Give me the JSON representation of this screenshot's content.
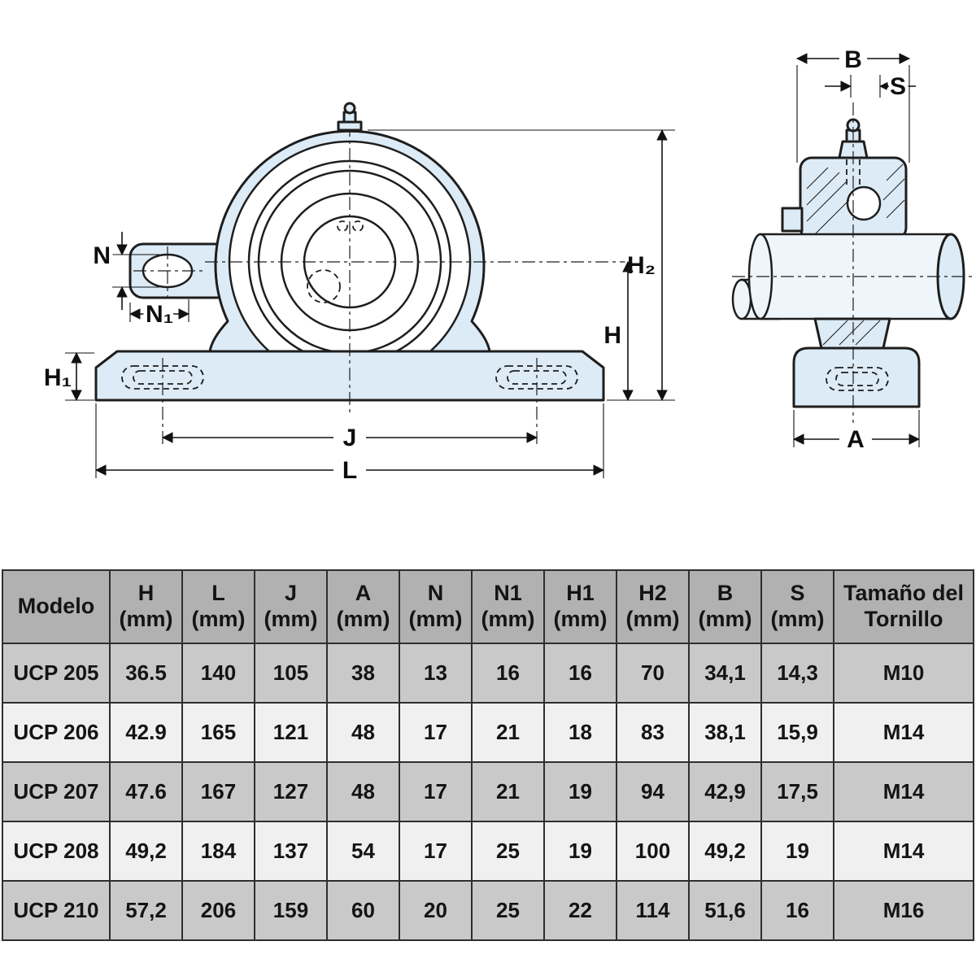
{
  "diagram": {
    "labels": {
      "b": "B",
      "s": "S",
      "h2": "H₂",
      "h": "H",
      "n": "N",
      "n1": "N₁",
      "h1": "H₁",
      "j": "J",
      "l": "L",
      "a": "A"
    }
  },
  "colors": {
    "housing_fill": "#dcebf6",
    "line": "#1e1e1e",
    "table_header_bg": "#b1b1b1",
    "row_gray_bg": "#c9c9c9",
    "row_light_bg": "#f0f0f0",
    "text": "#141414"
  },
  "table": {
    "headers": [
      {
        "key": "modelo",
        "label": "Modelo",
        "unit": ""
      },
      {
        "key": "h",
        "label": "H",
        "unit": "(mm)"
      },
      {
        "key": "l",
        "label": "L",
        "unit": "(mm)"
      },
      {
        "key": "j",
        "label": "J",
        "unit": "(mm)"
      },
      {
        "key": "a",
        "label": "A",
        "unit": "(mm)"
      },
      {
        "key": "n",
        "label": "N",
        "unit": "(mm)"
      },
      {
        "key": "n1",
        "label": "N1",
        "unit": "(mm)"
      },
      {
        "key": "h1",
        "label": "H1",
        "unit": "(mm)"
      },
      {
        "key": "h2",
        "label": "H2",
        "unit": "(mm)"
      },
      {
        "key": "b",
        "label": "B",
        "unit": "(mm)"
      },
      {
        "key": "s",
        "label": "S",
        "unit": "(mm)"
      },
      {
        "key": "tornillo",
        "label": "Tamaño del",
        "unit": "Tornillo"
      }
    ],
    "rows": [
      {
        "model": "UCP 205",
        "values": [
          "36.5",
          "140",
          "105",
          "38",
          "13",
          "16",
          "16",
          "70",
          "34,1",
          "14,3",
          "M10"
        ]
      },
      {
        "model": "UCP 206",
        "values": [
          "42.9",
          "165",
          "121",
          "48",
          "17",
          "21",
          "18",
          "83",
          "38,1",
          "15,9",
          "M14"
        ]
      },
      {
        "model": "UCP 207",
        "values": [
          "47.6",
          "167",
          "127",
          "48",
          "17",
          "21",
          "19",
          "94",
          "42,9",
          "17,5",
          "M14"
        ]
      },
      {
        "model": "UCP 208",
        "values": [
          "49,2",
          "184",
          "137",
          "54",
          "17",
          "25",
          "19",
          "100",
          "49,2",
          "19",
          "M14"
        ]
      },
      {
        "model": "UCP 210",
        "values": [
          "57,2",
          "206",
          "159",
          "60",
          "20",
          "25",
          "22",
          "114",
          "51,6",
          "16",
          "M16"
        ]
      }
    ]
  }
}
